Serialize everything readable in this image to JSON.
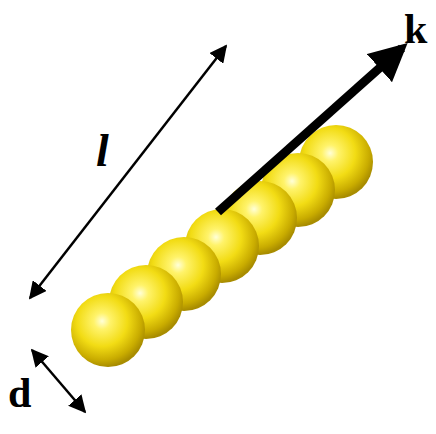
{
  "diagram": {
    "labels": [
      "l",
      "k",
      "d"
    ]
  }
}
